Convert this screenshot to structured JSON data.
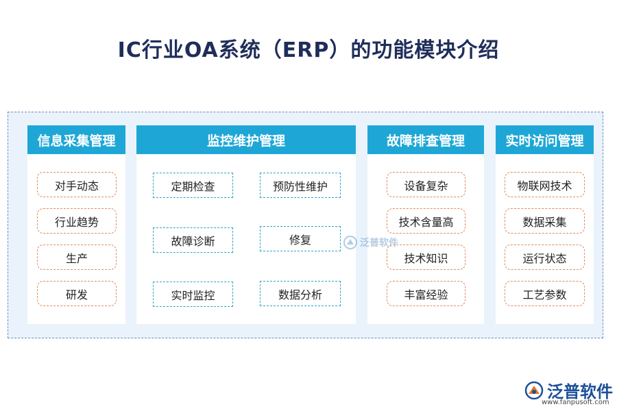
{
  "title": "IC行业OA系统（ERP）的功能模块介绍",
  "columns": [
    {
      "header": "信息采集管理",
      "items": [
        "对手动态",
        "行业趋势",
        "生产",
        "研发"
      ]
    },
    {
      "header": "监控维护管理",
      "items": [
        "定期检查",
        "预防性维护",
        "故障诊断",
        "修复",
        "实时监控",
        "数据分析"
      ]
    },
    {
      "header": "故障排查管理",
      "items": [
        "设备复杂",
        "技术含量高",
        "技术知识",
        "丰富经验"
      ]
    },
    {
      "header": "实时访问管理",
      "items": [
        "物联网技术",
        "数据采集",
        "运行状态",
        "工艺参数"
      ]
    }
  ],
  "watermark": {
    "text": "泛普软件"
  },
  "logo": {
    "name": "泛普软件",
    "url": "www.fanpusoft.com"
  },
  "colors": {
    "header_bg": "#1ea7d6",
    "frame_bg": "#eaf3fb",
    "orange_border": "#e08a5a",
    "teal_border": "#2aa5c9",
    "title": "#1f2d5a"
  }
}
